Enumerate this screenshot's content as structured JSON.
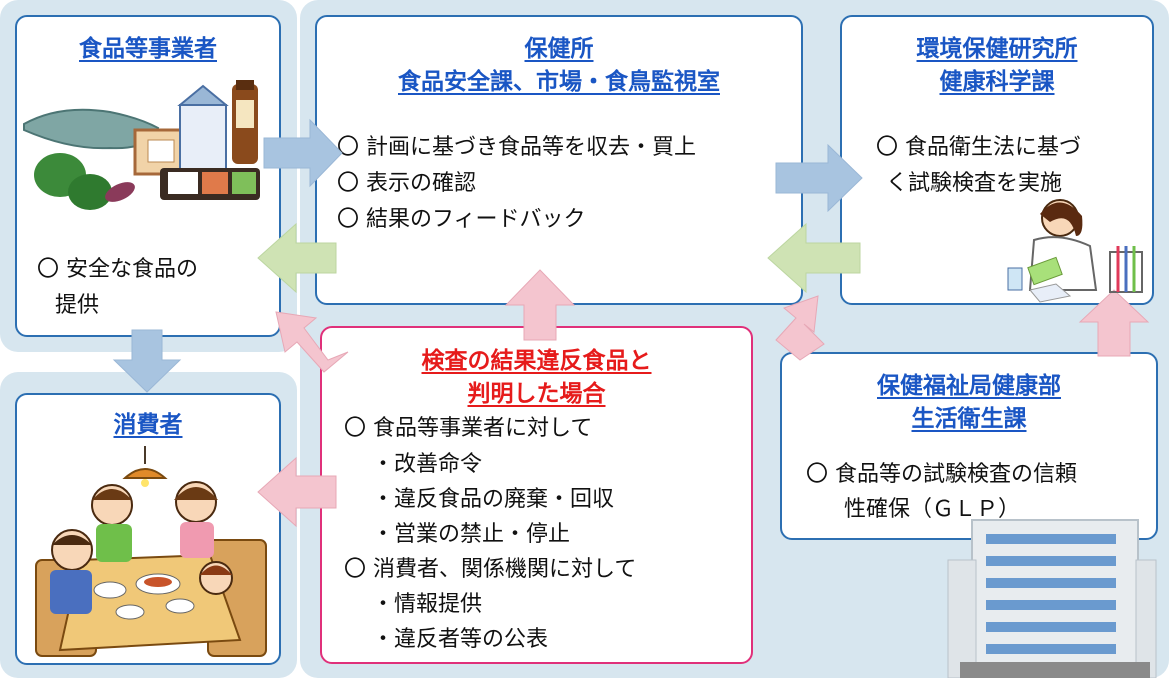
{
  "boxes": {
    "business": {
      "title": "食品等事業者",
      "items": [
        "〇 安全な食品の",
        "提供"
      ]
    },
    "consumer": {
      "title": "消費者"
    },
    "health_center": {
      "title_line1": "保健所",
      "title_line2": "食品安全課、市場・食鳥監視室",
      "items": [
        "〇 計画に基づき食品等を収去・買上",
        "〇 表示の確認",
        "〇 結果のフィードバック"
      ]
    },
    "lab": {
      "title_line1": "環境保健研究所",
      "title_line2": "健康科学課",
      "items": [
        "〇 食品衛生法に基づ",
        "く試験検査を実施"
      ]
    },
    "violation": {
      "title_line1": "検査の結果違反食品と",
      "title_line2": "判明した場合",
      "items": [
        "〇 食品等事業者に対して",
        "・改善命令",
        "・違反食品の廃棄・回収",
        "・営業の禁止・停止",
        "〇 消費者、関係機関に対して",
        "・情報提供",
        "・違反者等の公表"
      ]
    },
    "bureau": {
      "title_line1": "保健福祉局健康部",
      "title_line2": "生活衛生課",
      "items": [
        "〇 食品等の試験検査の信頼",
        "性確保（ＧＬＰ）"
      ]
    }
  },
  "images": {
    "food_box": "milk-carton, fish, bento, sauce-bottle illustration",
    "family_box": "family-dining-illustration",
    "lab_box": "scientist-illustration",
    "bureau_box": "office-building-illustration"
  },
  "colors": {
    "box_border_blue": "#2c6fb2",
    "box_border_pink": "#e0307a",
    "title_blue": "#1a56c4",
    "title_red": "#e61b1b",
    "panel_bg": "#d7e6ef",
    "arrow_blue": "#a8c4e0",
    "arrow_green": "#cfe3b4",
    "arrow_pink": "#f4c5cf"
  }
}
